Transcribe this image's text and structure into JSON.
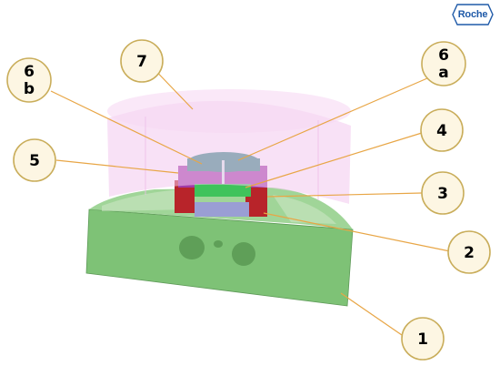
{
  "logo": {
    "text": "Roche",
    "color": "#1f5aa8"
  },
  "callouts": [
    {
      "id": "1",
      "lines": [
        "1"
      ]
    },
    {
      "id": "2",
      "lines": [
        "2"
      ]
    },
    {
      "id": "3",
      "lines": [
        "3"
      ]
    },
    {
      "id": "4",
      "lines": [
        "4"
      ]
    },
    {
      "id": "5",
      "lines": [
        "5"
      ]
    },
    {
      "id": "6a",
      "lines": [
        "6",
        "a"
      ]
    },
    {
      "id": "6b",
      "lines": [
        "6",
        "b"
      ]
    },
    {
      "id": "7",
      "lines": [
        "7"
      ]
    }
  ],
  "colors": {
    "callout_fill": "#fdf6e3",
    "callout_stroke": "#c9ad5a",
    "leader": "#e8a646",
    "housing": "#7ec276",
    "lid": "#f2c8ee",
    "purple_ring": "#a13aa6",
    "teal_cap": "#2d8a7e",
    "red_wall": "#b8242a",
    "bright_green": "#3fc35b",
    "blue_plate": "#9a9ed4"
  },
  "icons": [
    "roche-hexagon-logo"
  ]
}
